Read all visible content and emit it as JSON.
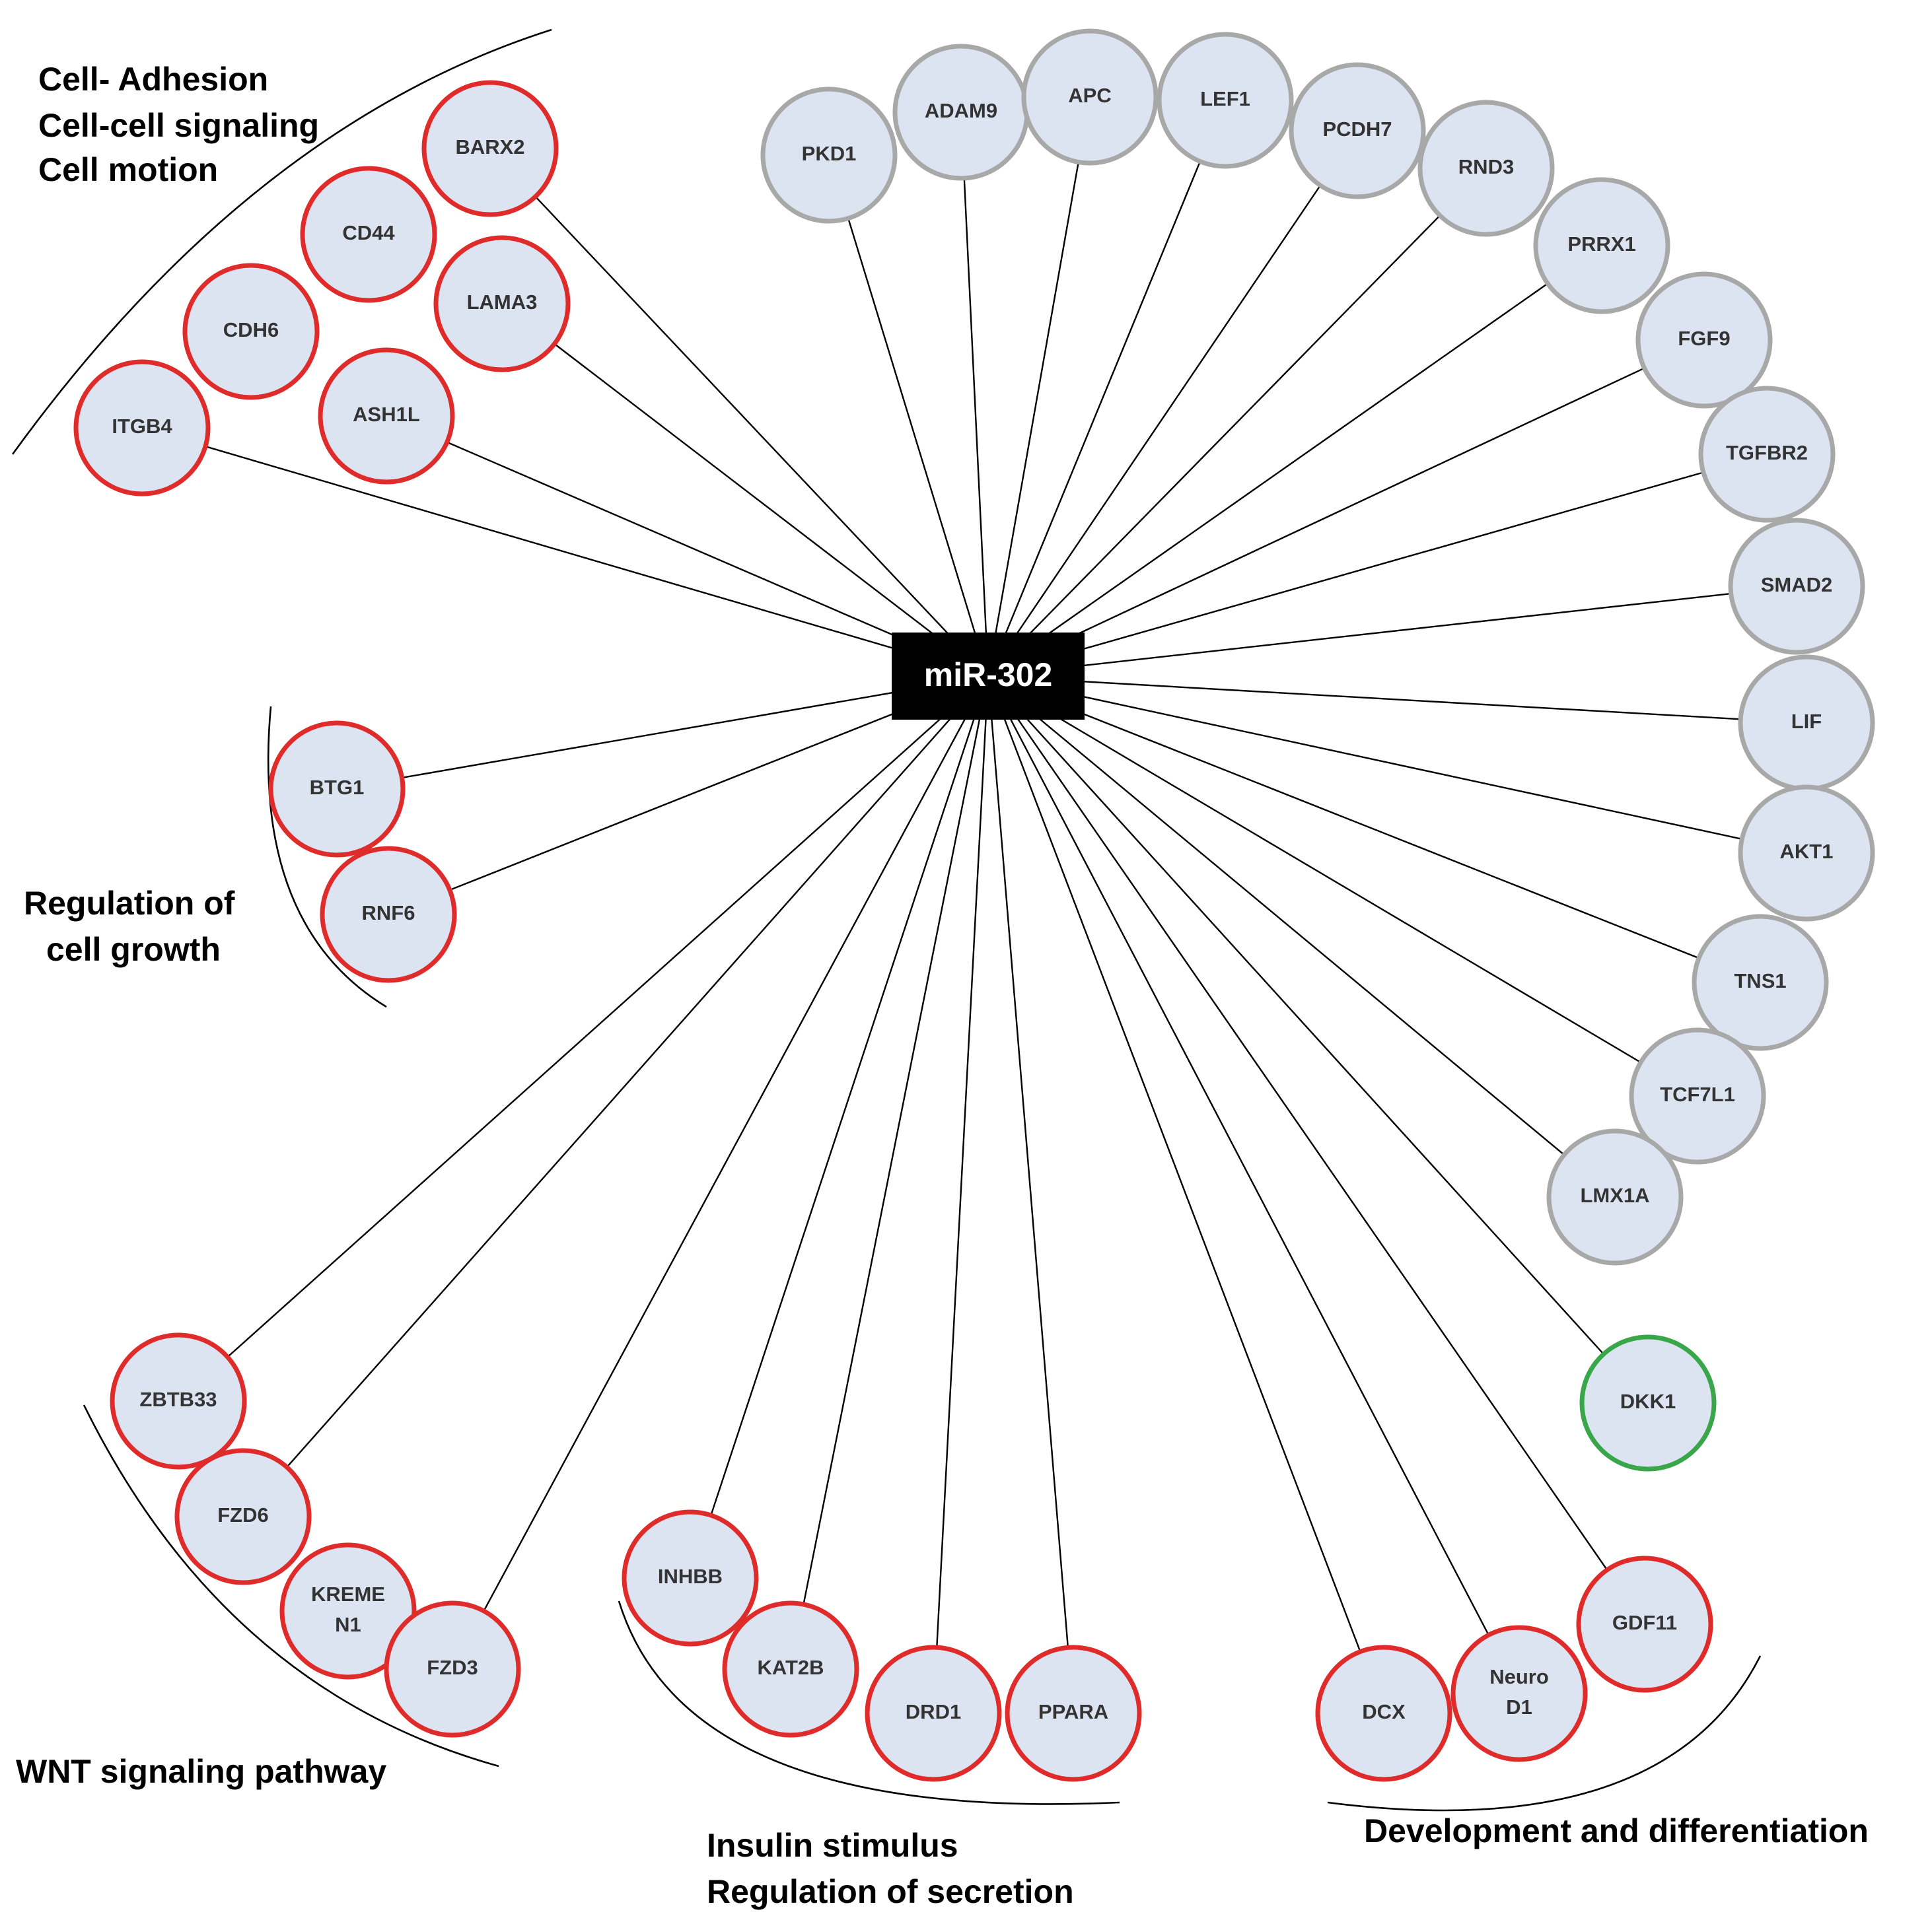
{
  "center": {
    "label": "miR-302"
  },
  "colors": {
    "red": "#e02b2b",
    "grey": "#a8a8a8",
    "green": "#3aa64a",
    "fill": "#dce3f1"
  },
  "nodes": [
    {
      "id": "PKD1",
      "label": [
        "PKD1"
      ],
      "ring": "grey"
    },
    {
      "id": "ADAM9",
      "label": [
        "ADAM9"
      ],
      "ring": "grey"
    },
    {
      "id": "APC",
      "label": [
        "APC"
      ],
      "ring": "grey"
    },
    {
      "id": "LEF1",
      "label": [
        "LEF1"
      ],
      "ring": "grey"
    },
    {
      "id": "PCDH7",
      "label": [
        "PCDH7"
      ],
      "ring": "grey"
    },
    {
      "id": "RND3",
      "label": [
        "RND3"
      ],
      "ring": "grey"
    },
    {
      "id": "PRRX1",
      "label": [
        "PRRX1"
      ],
      "ring": "grey"
    },
    {
      "id": "FGF9",
      "label": [
        "FGF9"
      ],
      "ring": "grey"
    },
    {
      "id": "TGFBR2",
      "label": [
        "TGFBR2"
      ],
      "ring": "grey"
    },
    {
      "id": "SMAD2",
      "label": [
        "SMAD2"
      ],
      "ring": "grey"
    },
    {
      "id": "LIF",
      "label": [
        "LIF"
      ],
      "ring": "grey"
    },
    {
      "id": "AKT1",
      "label": [
        "AKT1"
      ],
      "ring": "grey"
    },
    {
      "id": "TNS1",
      "label": [
        "TNS1"
      ],
      "ring": "grey"
    },
    {
      "id": "TCF7L1",
      "label": [
        "TCF7L1"
      ],
      "ring": "grey"
    },
    {
      "id": "LMX1A",
      "label": [
        "LMX1A"
      ],
      "ring": "grey"
    },
    {
      "id": "DKK1",
      "label": [
        "DKK1"
      ],
      "ring": "green"
    },
    {
      "id": "BARX2",
      "label": [
        "BARX2"
      ],
      "ring": "red"
    },
    {
      "id": "CD44",
      "label": [
        "CD44"
      ],
      "ring": "red"
    },
    {
      "id": "LAMA3",
      "label": [
        "LAMA3"
      ],
      "ring": "red"
    },
    {
      "id": "CDH6",
      "label": [
        "CDH6"
      ],
      "ring": "red"
    },
    {
      "id": "ASH1L",
      "label": [
        "ASH1L"
      ],
      "ring": "red"
    },
    {
      "id": "ITGB4",
      "label": [
        "ITGB4"
      ],
      "ring": "red"
    },
    {
      "id": "BTG1",
      "label": [
        "BTG1"
      ],
      "ring": "red"
    },
    {
      "id": "RNF6",
      "label": [
        "RNF6"
      ],
      "ring": "red"
    },
    {
      "id": "ZBTB33",
      "label": [
        "ZBTB33"
      ],
      "ring": "red"
    },
    {
      "id": "FZD6",
      "label": [
        "FZD6"
      ],
      "ring": "red"
    },
    {
      "id": "KREMEN1",
      "label": [
        "KREME",
        "N1"
      ],
      "ring": "red"
    },
    {
      "id": "FZD3",
      "label": [
        "FZD3"
      ],
      "ring": "red"
    },
    {
      "id": "INHBB",
      "label": [
        "INHBB"
      ],
      "ring": "red"
    },
    {
      "id": "KAT2B",
      "label": [
        "KAT2B"
      ],
      "ring": "red"
    },
    {
      "id": "DRD1",
      "label": [
        "DRD1"
      ],
      "ring": "red"
    },
    {
      "id": "PPARA",
      "label": [
        "PPARA"
      ],
      "ring": "red"
    },
    {
      "id": "DCX",
      "label": [
        "DCX"
      ],
      "ring": "red"
    },
    {
      "id": "NEUROD1",
      "label": [
        "Neuro",
        "D1"
      ],
      "ring": "red"
    },
    {
      "id": "GDF11",
      "label": [
        "GDF11"
      ],
      "ring": "red"
    }
  ],
  "edges": [
    "PKD1",
    "ADAM9",
    "APC",
    "LEF1",
    "PCDH7",
    "RND3",
    "PRRX1",
    "FGF9",
    "TGFBR2",
    "SMAD2",
    "LIF",
    "AKT1",
    "TNS1",
    "TCF7L1",
    "LMX1A",
    "DKK1",
    "BARX2",
    "LAMA3",
    "ASH1L",
    "ITGB4",
    "BTG1",
    "RNF6",
    "ZBTB33",
    "FZD6",
    "FZD3",
    "INHBB",
    "KAT2B",
    "DRD1",
    "PPARA",
    "DCX",
    "NEUROD1",
    "GDF11"
  ],
  "groups": {
    "cell_adhesion": {
      "lines": [
        "Cell- Adhesion",
        "Cell-cell signaling",
        "Cell motion"
      ]
    },
    "cell_growth": {
      "lines": [
        "Regulation of",
        "cell growth"
      ]
    },
    "wnt": {
      "lines": [
        "WNT signaling pathway"
      ]
    },
    "insulin": {
      "lines": [
        "Insulin stimulus",
        "Regulation of secretion"
      ]
    },
    "development": {
      "lines": [
        "Development and differentiation"
      ]
    }
  }
}
